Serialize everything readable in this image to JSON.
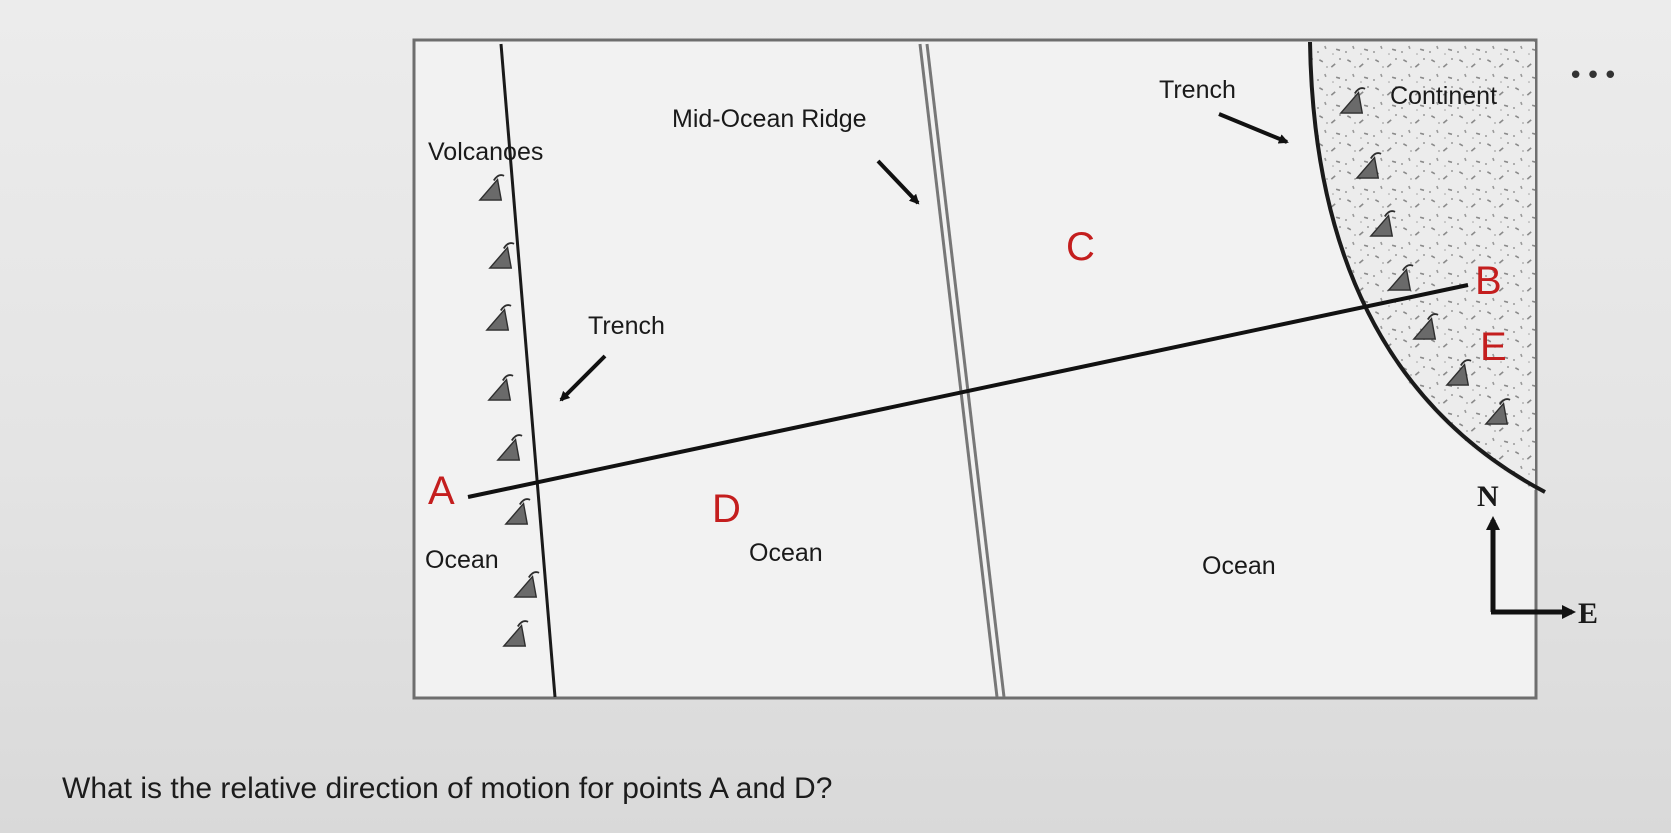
{
  "diagram": {
    "labels": {
      "volcanoes": "Volcanoes",
      "mid_ocean_ridge": "Mid-Ocean Ridge",
      "trench_top": "Trench",
      "trench_left": "Trench",
      "continent": "Continent",
      "ocean_left": "Ocean",
      "ocean_middle": "Ocean",
      "ocean_right": "Ocean"
    },
    "points": {
      "a": "A",
      "b": "B",
      "c": "C",
      "d": "D",
      "e": "E"
    },
    "compass": {
      "north": "N",
      "east": "E"
    },
    "volcano_icon": "volcano-icon"
  },
  "menu": {
    "more_label": "•••"
  },
  "question": "What is the relative direction of motion for points A and D?"
}
